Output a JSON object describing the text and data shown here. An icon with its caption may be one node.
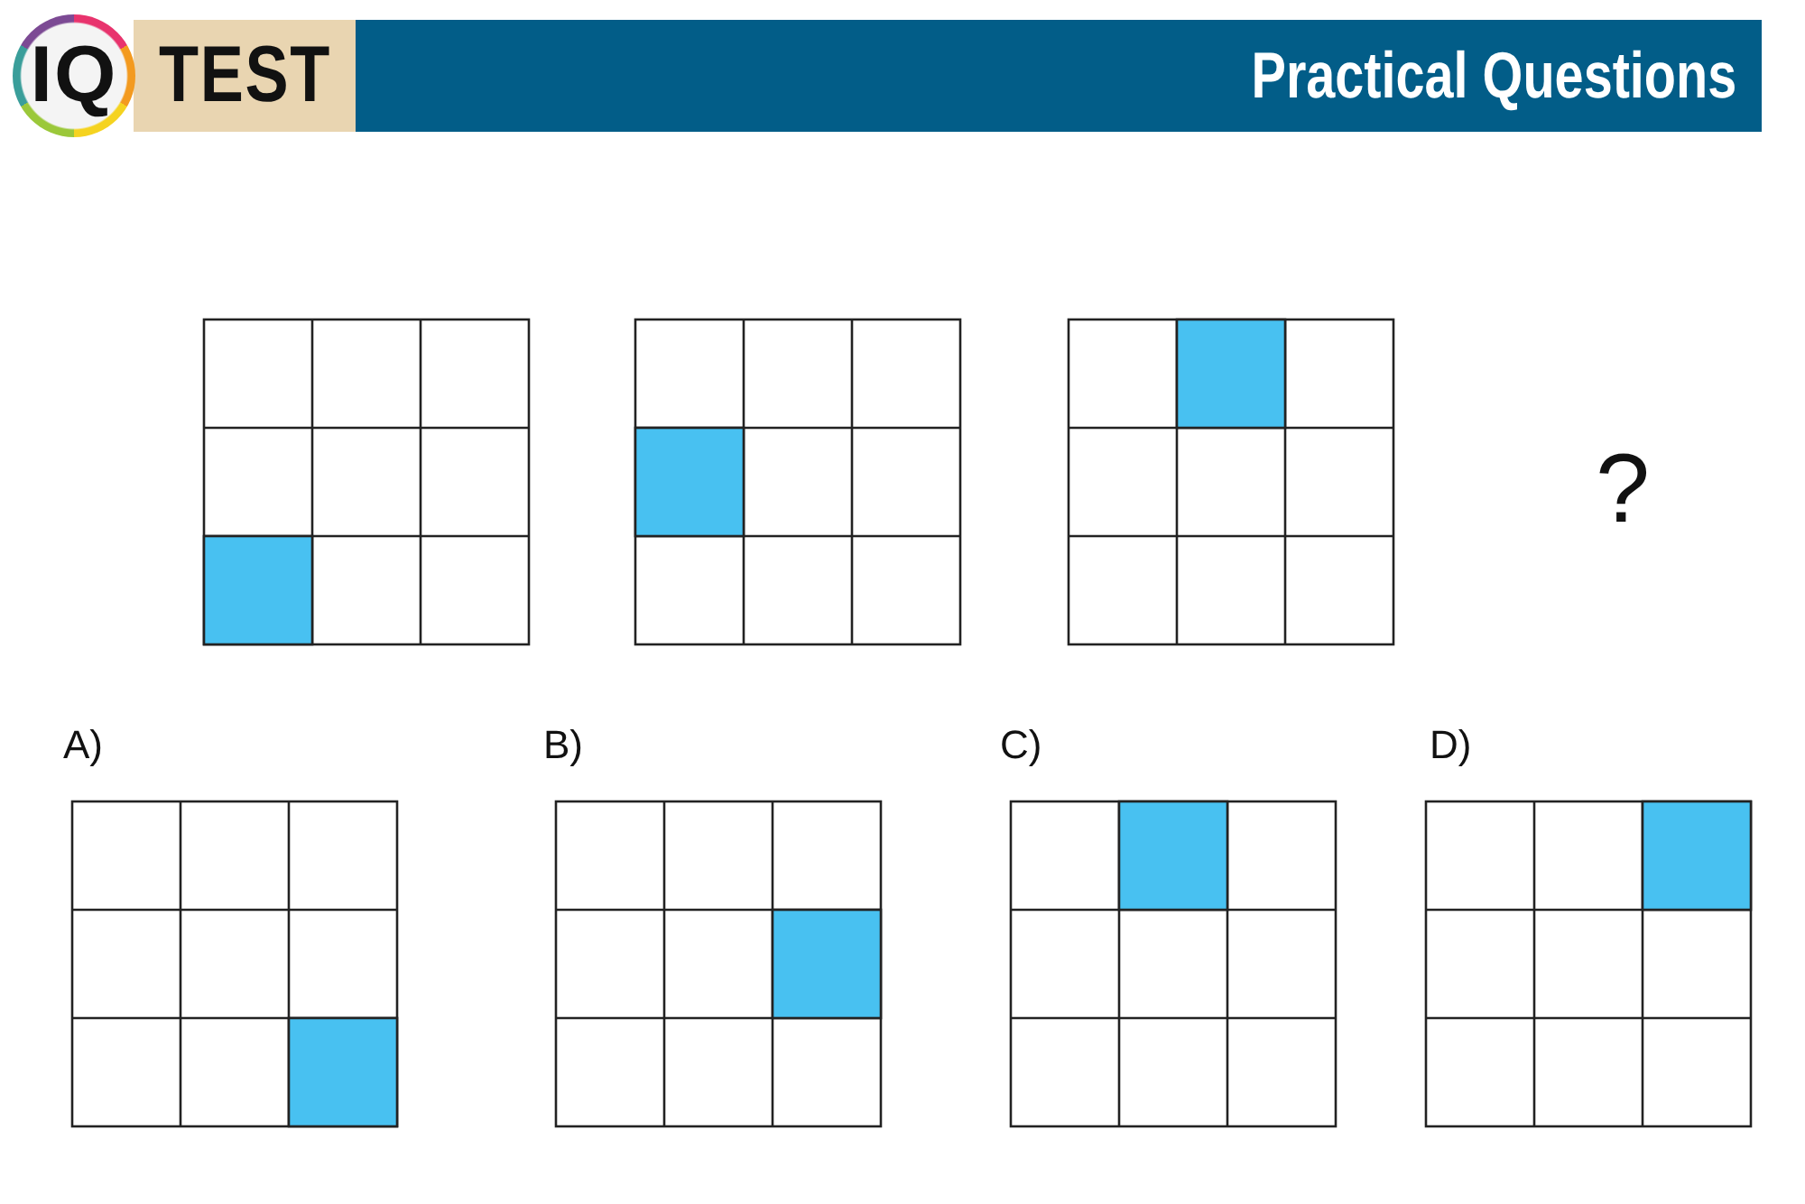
{
  "diagram": {
    "title": "Practical Questions",
    "labels": [
      "IQ",
      "TEST",
      "?",
      "A)",
      "B)",
      "C)",
      "D)"
    ]
  }
}
